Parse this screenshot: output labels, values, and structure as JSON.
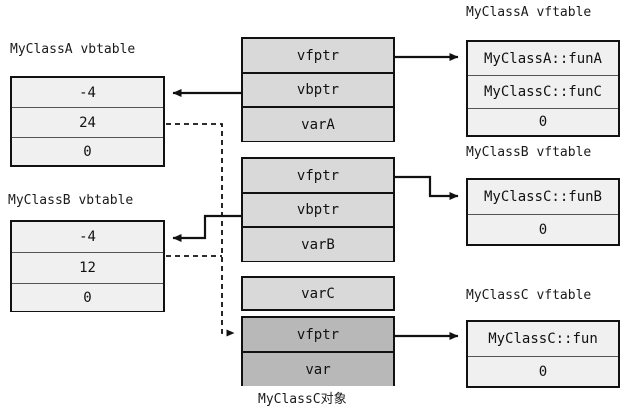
{
  "diagram": {
    "title": "MyClassC object memory layout with virtual base tables and vftables",
    "colors": {
      "line": "#111111",
      "light_cell": "#f0f0f0",
      "mid_cell": "#d9d9d9",
      "dark_cell": "#b8b8b8",
      "text": "#111111"
    }
  },
  "left_column": {
    "vbtable_a": {
      "caption": "MyClassA vbtable",
      "rows": [
        "-4",
        "24",
        "0"
      ]
    },
    "vbtable_b": {
      "caption": "MyClassB vbtable",
      "rows": [
        "-4",
        "12",
        "0"
      ]
    }
  },
  "center_column": {
    "caption": "MyClassC对象",
    "groups": [
      {
        "name": "subobject-a",
        "rows": [
          {
            "label": "vfptr"
          },
          {
            "label": "vbptr"
          },
          {
            "label": "varA"
          }
        ]
      },
      {
        "name": "subobject-b",
        "rows": [
          {
            "label": "vfptr"
          },
          {
            "label": "vbptr"
          },
          {
            "label": "varB"
          }
        ]
      },
      {
        "name": "subobject-c-own",
        "rows": [
          {
            "label": "varC"
          }
        ]
      },
      {
        "name": "virtual-base",
        "rows": [
          {
            "label": "vfptr"
          },
          {
            "label": "var"
          }
        ]
      }
    ]
  },
  "right_column": {
    "vftable_a": {
      "caption": "MyClassA vftable",
      "rows": [
        "MyClassA::funA",
        "MyClassC::funC",
        "0"
      ]
    },
    "vftable_b": {
      "caption": "MyClassB vftable",
      "rows": [
        "MyClassC::funB",
        "0"
      ]
    },
    "vftable_c": {
      "caption": "MyClassC vftable",
      "rows": [
        "MyClassC::fun",
        "0"
      ]
    }
  }
}
